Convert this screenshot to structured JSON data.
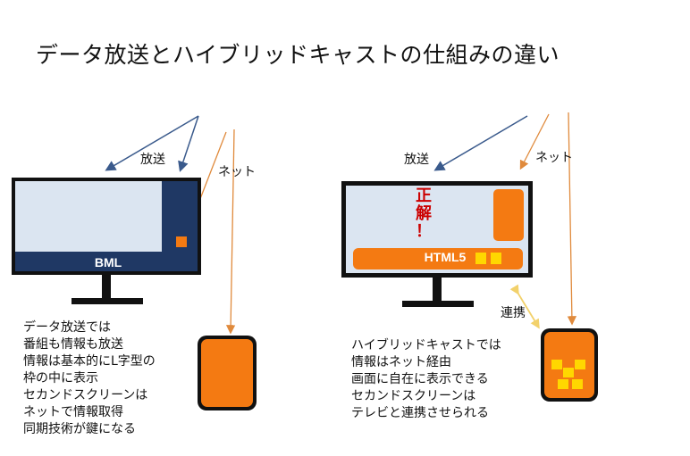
{
  "title": "データ放送とハイブリッドキャストの仕組みの違い",
  "left": {
    "broadcast_label": "放送",
    "net_label": "ネット",
    "screen_label": "BML",
    "notes": [
      "データ放送では",
      "番組も情報も放送",
      "情報は基本的にL字型の",
      "枠の中に表示",
      "セカンドスクリーンは",
      "ネットで情報取得",
      "同期技術が鍵になる"
    ]
  },
  "right": {
    "broadcast_label": "放送",
    "net_label": "ネット",
    "screen_label": "HTML5",
    "correct_label": [
      "正",
      "解",
      "！"
    ],
    "link_label": "連携",
    "notes": [
      "ハイブリッドキャストでは",
      "情報はネット経由",
      "画面に自在に表示できる",
      "セカンドスクリーンは",
      "テレビと連携させられる"
    ]
  },
  "colors": {
    "broadcast_arrow": "#3a5a8c",
    "net_arrow": "#e08a3c",
    "orange": "#f47a12",
    "tv_frame": "#111111",
    "screen_light": "#dbe5f1",
    "screen_dark": "#1f3864",
    "yellow": "#ffd700"
  }
}
